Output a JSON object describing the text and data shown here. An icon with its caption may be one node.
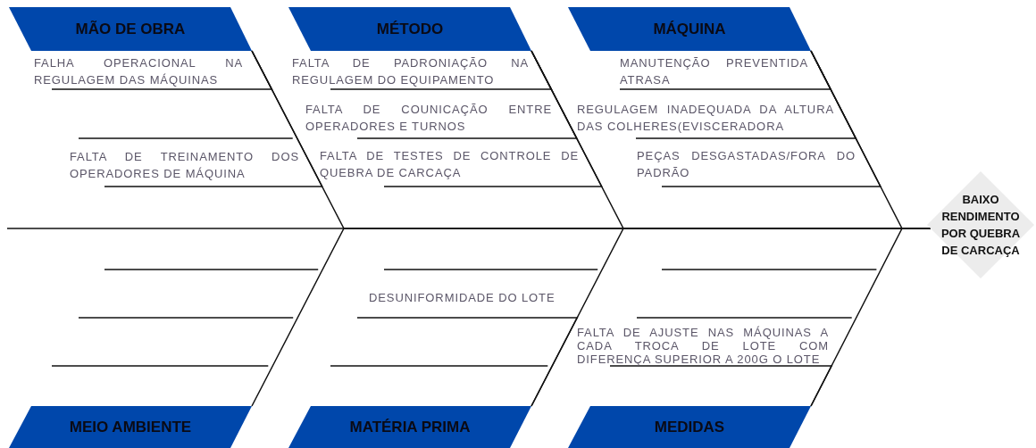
{
  "diagram": {
    "nodes": [
      {
        "text": [
          "MÃO DE OBRA"
        ]
      },
      {
        "text": [
          "MÉTODO"
        ]
      },
      {
        "text": [
          "MÁQUINA"
        ]
      },
      {
        "text": [
          "FALHA OPERACIONAL NA REGULAGEM DAS MÁQUINAS"
        ]
      },
      {
        "text": [
          "FALTA DE PADRONIAÇÃO NA REGULAGEM DO EQUIPAMENTO"
        ]
      },
      {
        "text": [
          "MANUTENÇÃO PREVENTIDA ATRASA"
        ]
      },
      {
        "text": [
          "FALTA DE COUNICAÇÃO ENTRE OPERADORES E TURNOS"
        ]
      },
      {
        "text": [
          "REGULAGEM INADEQUADA DA ALTURA DAS COLHERES(EVISCERADORA"
        ]
      },
      {
        "text": [
          "FALTA DE TREINAMENTO DOS OPERADORES DE MÁQUINA"
        ]
      },
      {
        "text": [
          "FALTA DE TESTES DE CONTROLE DE QUEBRA DE CARCAÇA"
        ]
      },
      {
        "text": [
          "PEÇAS DESGASTADAS/FORA DO PADRÃO"
        ]
      },
      {
        "text": [
          "BAIXO RENDIMENTO POR QUEBRA DE CARCAÇA"
        ]
      },
      {
        "text": [
          "DESUNIFORMIDADE DO LOTE"
        ]
      },
      {
        "text": [
          "FALTA DE AJUSTE NAS MÁQUINAS A CADA TROCA DE LOTE COM DIFERENÇA SUPERIOR A 200G O LOTE"
        ]
      },
      {
        "text": [
          "MEIO AMBIENTE"
        ]
      },
      {
        "text": [
          "MATÉRIA PRIMA"
        ]
      },
      {
        "text": [
          "MEDIDAS"
        ]
      }
    ],
    "edges": [
      {
        "from": 0,
        "to": 11,
        "arrow": "none"
      },
      {
        "from": 1,
        "to": 11,
        "arrow": "none"
      },
      {
        "from": 2,
        "to": 11,
        "arrow": "none"
      },
      {
        "from": 14,
        "to": 11,
        "arrow": "none"
      },
      {
        "from": 15,
        "to": 11,
        "arrow": "none"
      },
      {
        "from": 16,
        "to": 11,
        "arrow": "none"
      },
      {
        "from": 3,
        "to": 0,
        "arrow": "none"
      },
      {
        "from": 8,
        "to": 0,
        "arrow": "none"
      },
      {
        "from": 4,
        "to": 1,
        "arrow": "none"
      },
      {
        "from": 6,
        "to": 1,
        "arrow": "none"
      },
      {
        "from": 9,
        "to": 1,
        "arrow": "none"
      },
      {
        "from": 5,
        "to": 2,
        "arrow": "none"
      },
      {
        "from": 7,
        "to": 2,
        "arrow": "none"
      },
      {
        "from": 10,
        "to": 2,
        "arrow": "none"
      },
      {
        "from": 12,
        "to": 15,
        "arrow": "none"
      },
      {
        "from": 13,
        "to": 16,
        "arrow": "none"
      }
    ]
  }
}
